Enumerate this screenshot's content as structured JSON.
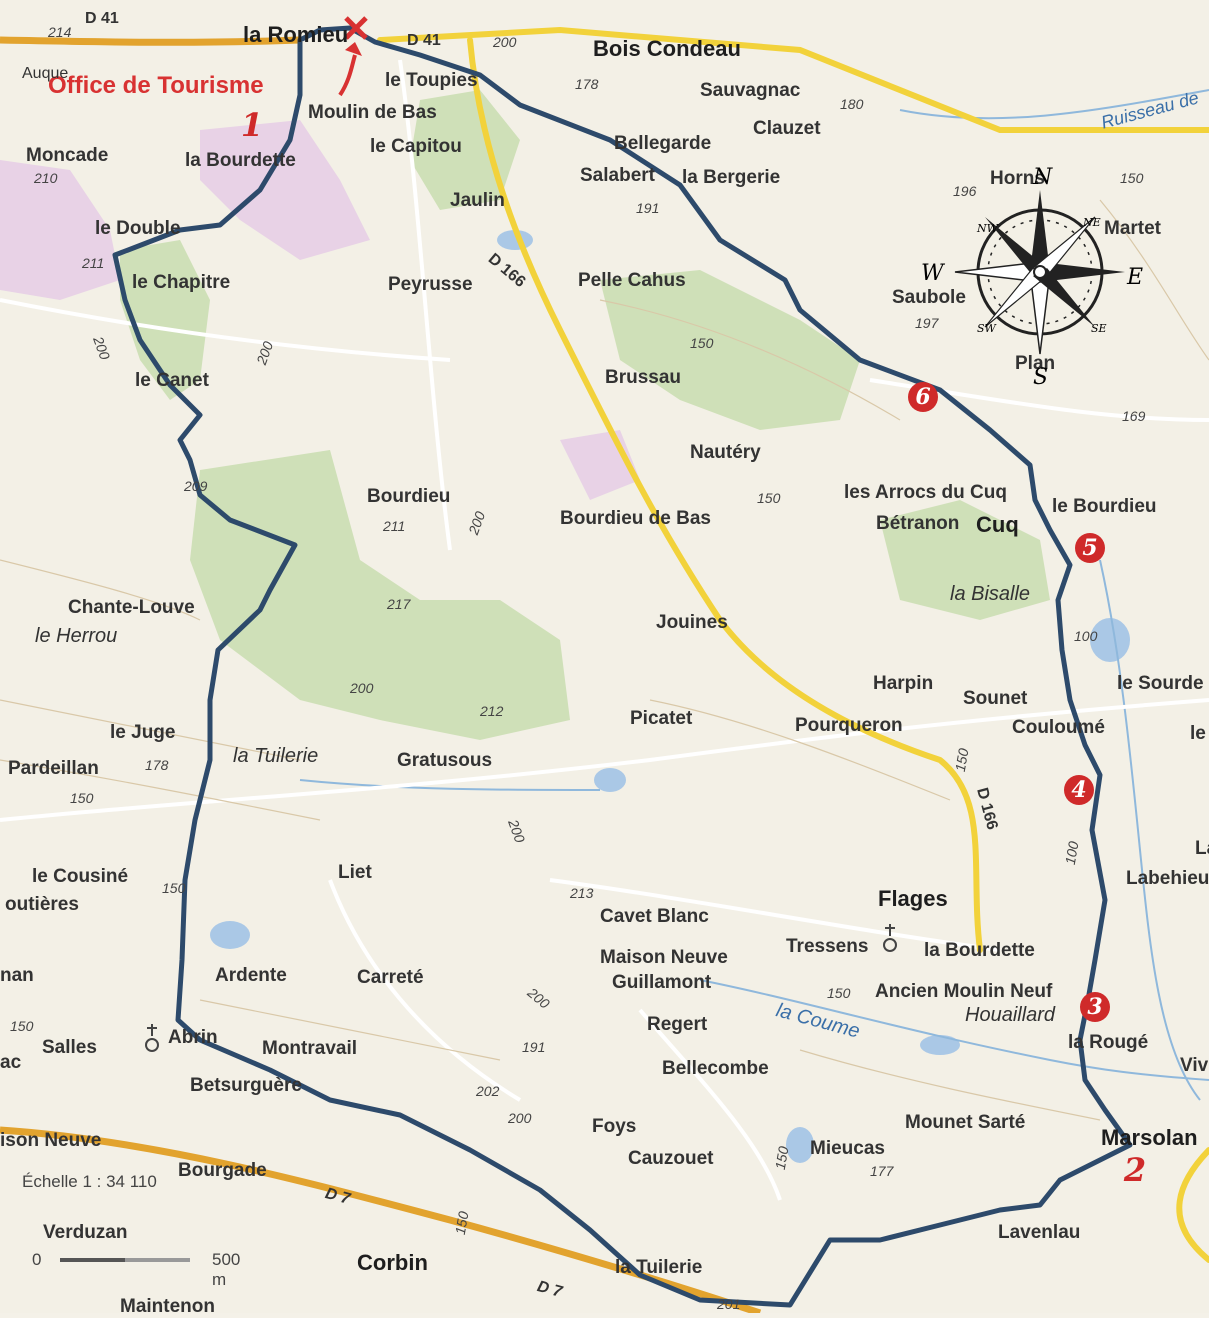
{
  "map": {
    "labels": {
      "la_romieu": "la Romieu",
      "office_tourisme": "Office de Tourisme",
      "moulin_de_bas": "Moulin de Bas",
      "le_toupies": "le Toupies",
      "bois_condeau": "Bois Condeau",
      "sauvagnac": "Sauvagnac",
      "clauzet": "Clauzet",
      "bellegarde": "Bellegarde",
      "salabert": "Salabert",
      "la_bergerie": "la Bergerie",
      "moncade": "Moncade",
      "la_bourdette_n": "la Bourdette",
      "le_capitou": "le Capitou",
      "jaulin": "Jaulin",
      "le_double": "le Double",
      "le_chapitre": "le Chapitre",
      "peyrusse": "Peyrusse",
      "pelle_cahus": "Pelle Cahus",
      "le_canet": "le Canet",
      "brussau": "Brussau",
      "nautery": "Nautéry",
      "bourdieu": "Bourdieu",
      "bourdieu_de_bas": "Bourdieu de Bas",
      "les_arrocs": "les Arrocs du Cuq",
      "betranon": "Bétranon",
      "cuq": "Cuq",
      "le_bourdieu_e": "le Bourdieu",
      "la_bisalle": "la Bisalle",
      "chante_louve": "Chante-Louve",
      "le_herrou": "le Herrou",
      "jouines": "Jouines",
      "harpin": "Harpin",
      "sounet": "Sounet",
      "couloume": "Couloumé",
      "le_sourde": "le Sourde",
      "le_juge": "le Juge",
      "pardeillan": "Pardeillan",
      "la_tuilerie_n": "la Tuilerie",
      "gratusous": "Gratusous",
      "picatet": "Picatet",
      "pourqueron": "Pourqueron",
      "le_cousine": "le Cousiné",
      "outieres": "outières",
      "liet": "Liet",
      "cavet_blanc": "Cavet Blanc",
      "flages": "Flages",
      "labehieu": "Labehieu",
      "maison_neuve_guillamont": "Maison Neuve",
      "guillamont": "Guillamont",
      "tressens": "Tressens",
      "la_bourdette_e": "la Bourdette",
      "ancien_moulin_neuf": "Ancien Moulin Neuf",
      "houaillard": "Houaillard",
      "nan": "nan",
      "ardente": "Ardente",
      "carrete": "Carreté",
      "regert": "Regert",
      "la_coume": "la Coume",
      "salles": "Salles",
      "abrin": "Abrin",
      "montravail": "Montravail",
      "bellecombe": "Bellecombe",
      "la_rouge": "la Rougé",
      "viv": "Viv",
      "betsurguere": "Betsurguère",
      "ac": "ac",
      "mounet_sarte": "Mounet Sarté",
      "marsolan": "Marsolan",
      "maison_neuve_sw": "ison Neuve",
      "bourgade": "Bourgade",
      "foys": "Foys",
      "cauzouet": "Cauzouet",
      "mieucas": "Mieucas",
      "verduzan": "Verduzan",
      "lavenlau": "Lavenlau",
      "corbin": "Corbin",
      "la_tuilerie_s": "la Tuilerie",
      "maintenon": "Maintenon",
      "auque": "Auque",
      "horns": "Horns",
      "martet": "Martet",
      "saubole": "Saubole",
      "plan": "Plan",
      "la_e": "La",
      "le_e": "le",
      "ruisseau": "Ruisseau de"
    },
    "roads": {
      "d41_w": "D 41",
      "d41_e": "D 41",
      "d166_n": "D 166",
      "d166_s": "D 166",
      "d7_w": "D 7",
      "d7_e": "D 7"
    },
    "elevations": {
      "e214": "214",
      "e200_top": "200",
      "e178": "178",
      "e180": "180",
      "e210": "210",
      "e196": "196",
      "e191": "191",
      "e211_w": "211",
      "e197": "197",
      "e200_w": "200",
      "e200_c": "200",
      "e150_a": "150",
      "e169": "169",
      "e209": "209",
      "e211_c": "211",
      "e200_cc": "200",
      "e150_b": "150",
      "e217": "217",
      "e200_d": "200",
      "e212": "212",
      "e178_b": "178",
      "e150_c": "150",
      "e200_e": "200",
      "e150_d": "150",
      "e150_e": "150",
      "e213": "213",
      "e200_f": "200",
      "e150_f": "150",
      "e150_g": "150",
      "e191_b": "191",
      "e202": "202",
      "e200_g": "200",
      "e177": "177",
      "e150_h": "150",
      "e150_i": "150",
      "e201": "201",
      "e100_a": "100",
      "e100_b": "100",
      "e150_j": "150"
    },
    "route_color": "#2d4a6b",
    "marker_color": "#cf2a2a",
    "markers": [
      "1",
      "2",
      "3",
      "4",
      "5",
      "6"
    ]
  },
  "compass": {
    "n": "N",
    "s": "S",
    "e": "E",
    "w": "W",
    "ne": "NE",
    "nw": "NW",
    "se": "SE",
    "sw": "SW"
  },
  "scale": {
    "ratio_label": "Échelle 1 : 34 110",
    "zero": "0",
    "distance": "500 m"
  }
}
